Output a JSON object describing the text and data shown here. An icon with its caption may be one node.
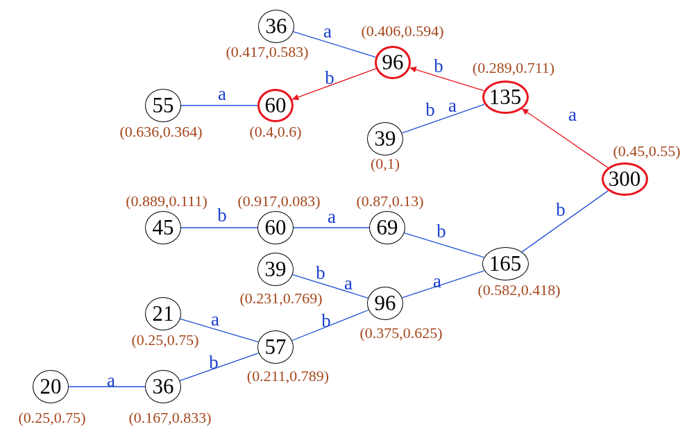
{
  "diagram": {
    "nodes": [
      {
        "text": [
          "36"
        ],
        "beside": [
          "(0.417,0.583)"
        ]
      },
      {
        "text": [
          "96"
        ],
        "beside": [
          "(0.406,0.594)"
        ]
      },
      {
        "text": [
          "55"
        ],
        "beside": [
          "(0.636,0.364)"
        ]
      },
      {
        "text": [
          "60"
        ],
        "beside": [
          "(0.4,0.6)"
        ]
      },
      {
        "text": [
          "135"
        ],
        "beside": [
          "(0.289,0.711)"
        ]
      },
      {
        "text": [
          "39"
        ],
        "beside": [
          "(0,1)"
        ]
      },
      {
        "text": [
          "300"
        ],
        "beside": [
          "(0.45,0.55)"
        ]
      },
      {
        "text": [
          "45"
        ],
        "beside": [
          "(0.889,0.111)"
        ]
      },
      {
        "text": [
          "60"
        ],
        "beside": [
          "(0.917,0.083)"
        ]
      },
      {
        "text": [
          "69"
        ],
        "beside": [
          "(0.87,0.13)"
        ]
      },
      {
        "text": [
          "165"
        ],
        "beside": [
          "(0.582,0.418)"
        ]
      },
      {
        "text": [
          "39"
        ],
        "beside": [
          "(0.231,0.769)"
        ]
      },
      {
        "text": [
          "96"
        ],
        "beside": [
          "(0.375,0.625)"
        ]
      },
      {
        "text": [
          "21"
        ],
        "beside": [
          "(0.25,0.75)"
        ]
      },
      {
        "text": [
          "57"
        ],
        "beside": [
          "(0.211,0.789)"
        ]
      },
      {
        "text": [
          "20"
        ],
        "beside": [
          "(0.25,0.75)"
        ]
      },
      {
        "text": [
          "36"
        ],
        "beside": [
          "(0.167,0.833)"
        ]
      }
    ],
    "edges": [
      {
        "from": 6,
        "to": 4,
        "arrow": "to",
        "label": "a",
        "color": "#e8141e"
      },
      {
        "from": 4,
        "to": 1,
        "arrow": "to",
        "label": "b",
        "color": "#e8141e"
      },
      {
        "from": 1,
        "to": 3,
        "arrow": "to",
        "label": "b",
        "color": "#e8141e"
      },
      {
        "from": 1,
        "to": 0,
        "arrow": "none",
        "label": "a"
      },
      {
        "from": 3,
        "to": 2,
        "arrow": "none",
        "label": "a"
      },
      {
        "from": 4,
        "to": 5,
        "arrow": "none",
        "label": "a"
      },
      {
        "from": 6,
        "to": 10,
        "arrow": "none",
        "label": "b"
      },
      {
        "from": 10,
        "to": 9,
        "arrow": "none",
        "label": "b"
      },
      {
        "from": 9,
        "to": 8,
        "arrow": "none",
        "label": "a"
      },
      {
        "from": 8,
        "to": 7,
        "arrow": "none",
        "label": "b"
      },
      {
        "from": 10,
        "to": 12,
        "arrow": "none",
        "label": "a"
      },
      {
        "from": 12,
        "to": 11,
        "arrow": "none",
        "label": "a"
      },
      {
        "from": 12,
        "to": 14,
        "arrow": "none",
        "label": "b"
      },
      {
        "from": 14,
        "to": 13,
        "arrow": "none",
        "label": "a"
      },
      {
        "from": 14,
        "to": 16,
        "arrow": "none",
        "label": "b"
      },
      {
        "from": 16,
        "to": 15,
        "arrow": "none",
        "label": "a"
      }
    ],
    "labels": [
      "b",
      "b"
    ]
  }
}
